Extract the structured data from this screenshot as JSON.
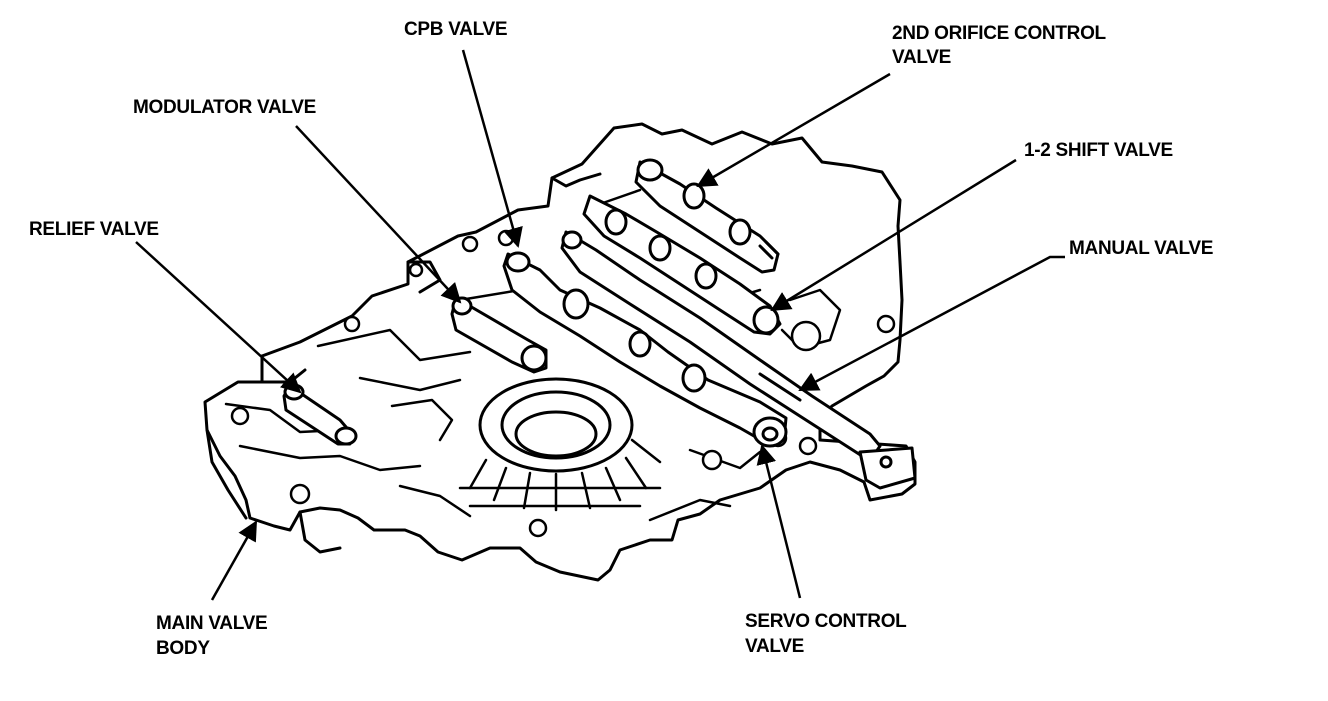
{
  "labels": {
    "cpb_valve": "CPB VALVE",
    "orifice_line1": "2ND ORIFICE CONTROL",
    "orifice_line2": "VALVE",
    "modulator_valve": "MODULATOR VALVE",
    "shift_valve": "1-2 SHIFT VALVE",
    "relief_valve": "RELIEF VALVE",
    "manual_valve": "MANUAL VALVE",
    "main_line1": "MAIN VALVE",
    "main_line2": "BODY",
    "servo_line1": "SERVO CONTROL",
    "servo_line2": "VALVE"
  },
  "colors": {
    "ink": "#000000",
    "paper": "#ffffff"
  }
}
